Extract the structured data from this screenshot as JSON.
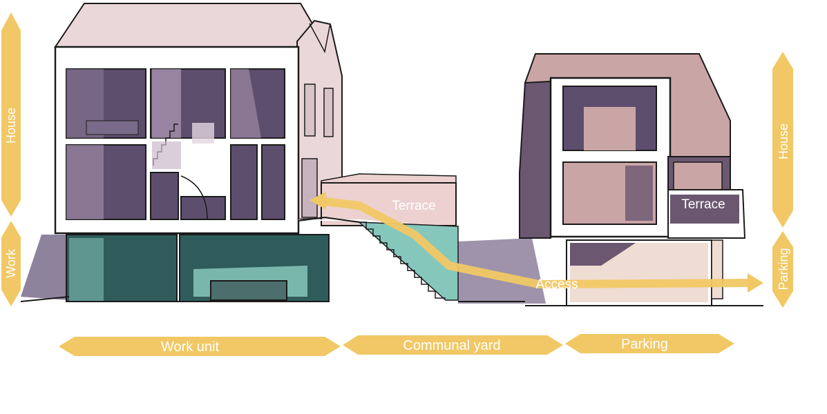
{
  "labels": {
    "left_house": "House",
    "left_work": "Work",
    "right_house": "House",
    "right_parking": "Parking",
    "terrace_left": "Terrace",
    "terrace_right": "Terrace",
    "access": "Access",
    "zone_work_unit": "Work unit",
    "zone_communal_yard": "Communal yard",
    "zone_parking": "Parking"
  },
  "colors": {
    "arrow": "#f1c865",
    "roof": "#ead7d9",
    "roof_right": "#c9a5a6",
    "room": "#5e4e6d",
    "room_light": "#a692ad",
    "work_level": "#2f5c5a",
    "work_light": "#86c7bc",
    "terrace_pink": "#ecd1d0",
    "shadow": "#7d6f8e",
    "outline": "#1a1a1a"
  }
}
